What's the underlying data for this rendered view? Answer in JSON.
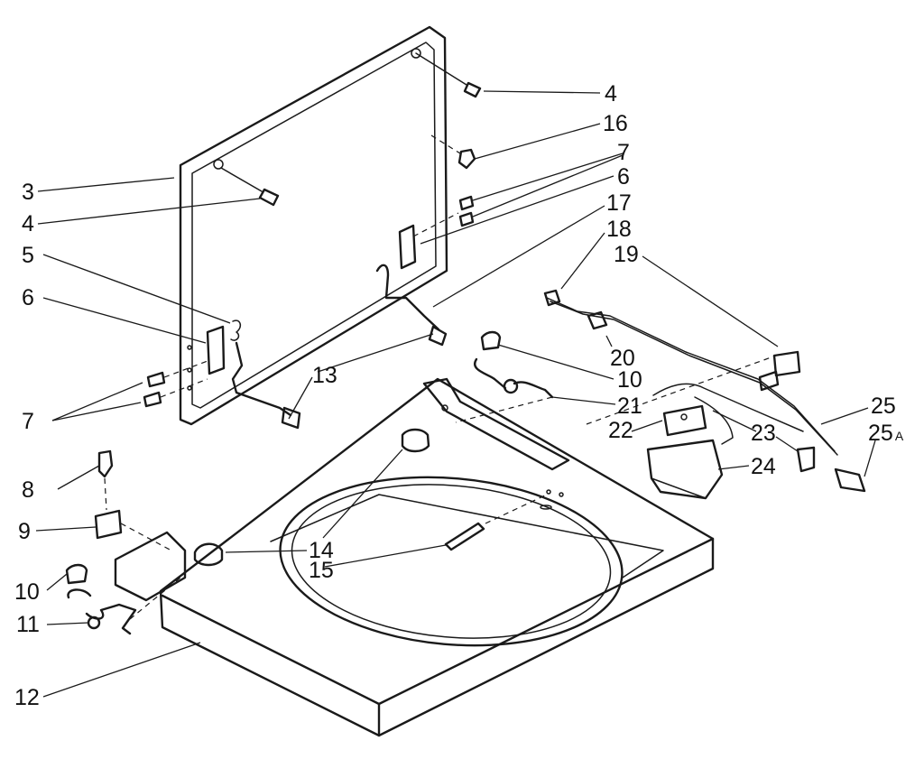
{
  "callouts": [
    {
      "id": "3",
      "text": "3"
    },
    {
      "id": "4a",
      "text": "4"
    },
    {
      "id": "4b",
      "text": "4"
    },
    {
      "id": "5",
      "text": "5"
    },
    {
      "id": "6a",
      "text": "6"
    },
    {
      "id": "6b",
      "text": "6"
    },
    {
      "id": "7a",
      "text": "7"
    },
    {
      "id": "7b",
      "text": "7"
    },
    {
      "id": "8",
      "text": "8"
    },
    {
      "id": "9",
      "text": "9"
    },
    {
      "id": "10a",
      "text": "10"
    },
    {
      "id": "10b",
      "text": "10"
    },
    {
      "id": "11",
      "text": "11"
    },
    {
      "id": "12",
      "text": "12"
    },
    {
      "id": "13",
      "text": "13"
    },
    {
      "id": "14",
      "text": "14"
    },
    {
      "id": "15",
      "text": "15"
    },
    {
      "id": "16",
      "text": "16"
    },
    {
      "id": "17",
      "text": "17"
    },
    {
      "id": "18",
      "text": "18"
    },
    {
      "id": "19",
      "text": "19"
    },
    {
      "id": "20",
      "text": "20"
    },
    {
      "id": "21",
      "text": "21"
    },
    {
      "id": "22",
      "text": "22"
    },
    {
      "id": "23",
      "text": "23"
    },
    {
      "id": "24",
      "text": "24"
    },
    {
      "id": "25",
      "text": "25"
    },
    {
      "id": "25A",
      "text": "25",
      "suffix": "A"
    }
  ]
}
